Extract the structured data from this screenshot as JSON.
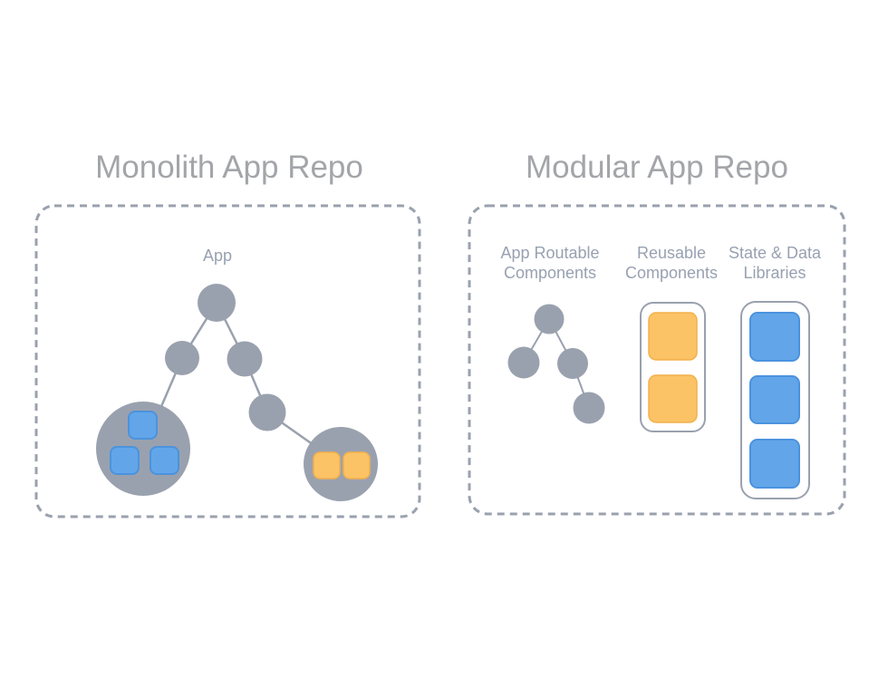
{
  "monolith": {
    "title": "Monolith App Repo",
    "root_label": "App"
  },
  "modular": {
    "title": "Modular App Repo",
    "columns": [
      {
        "lines": [
          "App Routable",
          "Components"
        ]
      },
      {
        "lines": [
          "Reusable",
          "Components"
        ]
      },
      {
        "lines": [
          "State & Data",
          "Libraries"
        ]
      }
    ]
  },
  "colors": {
    "background": "#ffffff",
    "title_gray": "#a3a5a9",
    "label_gray": "#98a1b1",
    "node_gray": "#9aa1ae",
    "line_gray": "#9aa1ae",
    "dash_gray": "#9aa1ae",
    "blue": "#62a6e9",
    "blue_border": "#4b93de",
    "orange": "#fbc365",
    "orange_border": "#f3b04b"
  }
}
